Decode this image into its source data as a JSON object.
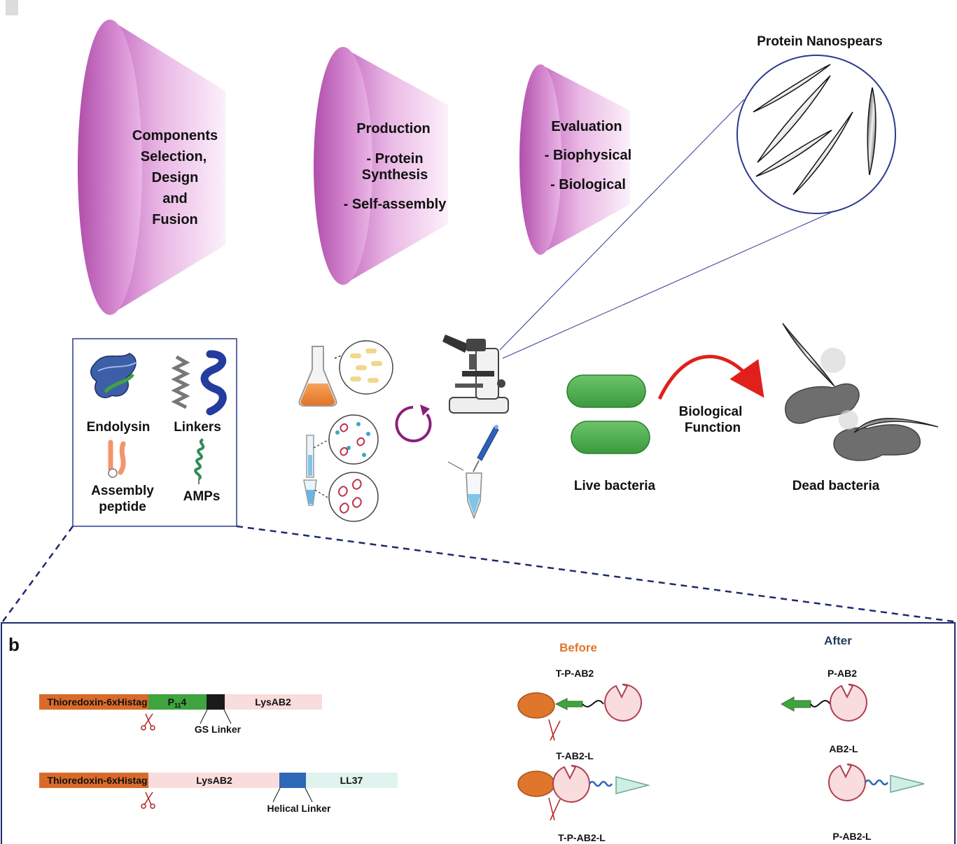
{
  "stage1": {
    "lines": [
      "Components",
      "Selection,",
      "Design",
      "and",
      "Fusion"
    ]
  },
  "stage2": {
    "title": "Production",
    "line1": "- Protein",
    "line2": "Synthesis",
    "line3": "- Self-assembly"
  },
  "stage3": {
    "title": "Evaluation",
    "line1": "- Biophysical",
    "line2": "- Biological"
  },
  "nanospears_title": "Protein Nanospears",
  "components": {
    "endolysin": "Endolysin",
    "linkers": "Linkers",
    "assembly_1": "Assembly",
    "assembly_2": "peptide",
    "amps": "AMPs"
  },
  "bacteria": {
    "live": "Live bacteria",
    "dead": "Dead bacteria",
    "function_1": "Biological",
    "function_2": "Function"
  },
  "panel_b": {
    "label": "b",
    "construct1": {
      "tag": "Thioredoxin-6xHistag",
      "p_main": "P",
      "p_sub": "11",
      "p_end": "4",
      "lys": "LysAB2",
      "linker_label": "GS Linker"
    },
    "construct2": {
      "tag": "Thioredoxin-6xHistag",
      "lys": "LysAB2",
      "ll37": "LL37",
      "linker_label": "Helical Linker"
    },
    "before": "Before",
    "after": "After",
    "before_labels": [
      "T-P-AB2",
      "T-AB2-L",
      "T-P-AB2-L"
    ],
    "after_labels": [
      "P-AB2",
      "AB2-L",
      "P-AB2-L"
    ]
  },
  "colors": {
    "cone_dark": "#b24fab",
    "cone_light": "#fbecf8",
    "tag_orange": "#d96b2a",
    "p114_green": "#3fa33f",
    "gs_black": "#1a1a1a",
    "lys_pink": "#f9dcdc",
    "helical_blue": "#2f68b7",
    "ll37_mint": "#e0f3ee",
    "before_orange": "#e0762b",
    "after_navy": "#1f3d5c",
    "bacteria_green": "#4caf50",
    "dead_gray": "#6b6b6b",
    "arrow_red": "#e0201c"
  }
}
